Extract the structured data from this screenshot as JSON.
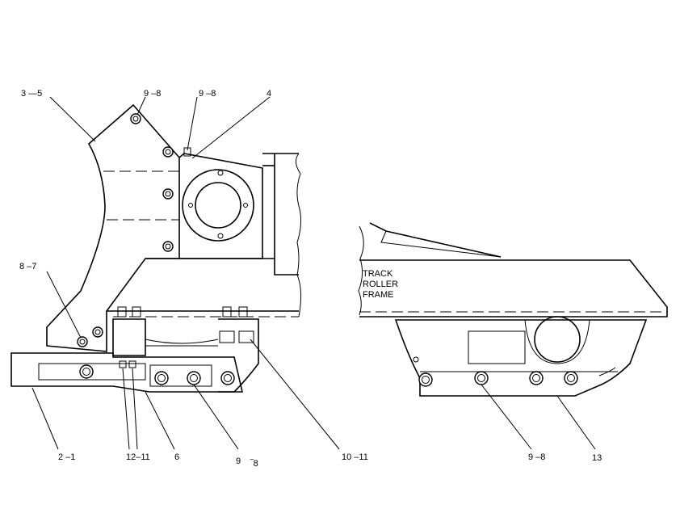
{
  "callouts": [
    {
      "id": "3-5",
      "text": "3 —5"
    },
    {
      "id": "9-8a",
      "text": "9 –8"
    },
    {
      "id": "9-8b",
      "text": "9 –8"
    },
    {
      "id": "4",
      "text": "4"
    },
    {
      "id": "8-7",
      "text": "8 –7"
    },
    {
      "id": "2-1",
      "text": "2 –1"
    },
    {
      "id": "12-11",
      "text": "12–11"
    },
    {
      "id": "6",
      "text": "6"
    },
    {
      "id": "9-8c-a",
      "text": "9"
    },
    {
      "id": "9-8c-b",
      "text": "‾8"
    },
    {
      "id": "10-11",
      "text": "10 –11"
    },
    {
      "id": "9-8d",
      "text": "9 –8"
    },
    {
      "id": "13",
      "text": "13"
    }
  ],
  "frame_label": [
    "TRACK",
    "ROLLER",
    "FRAME"
  ]
}
